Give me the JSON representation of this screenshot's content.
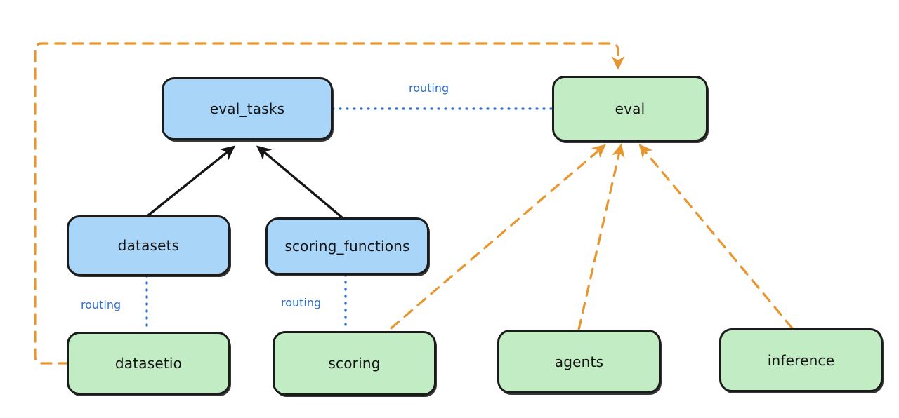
{
  "diagram": {
    "type": "flowchart",
    "background": "#ffffff",
    "palette": {
      "api_node_fill": "#a9d6f8",
      "provider_node_fill": "#c2ecc4",
      "node_stroke": "#1b1b1b",
      "routing_edge": "#2f6fd0",
      "dependency_edge": "#e8962f",
      "build_edge": "#161616",
      "label_text": "#2f6fd0",
      "node_text": "#121212"
    },
    "nodes": [
      {
        "id": "eval_tasks",
        "label": "eval_tasks",
        "kind": "api",
        "color": "#a9d6f8"
      },
      {
        "id": "eval",
        "label": "eval",
        "kind": "provider",
        "color": "#c2ecc4"
      },
      {
        "id": "datasets",
        "label": "datasets",
        "kind": "api",
        "color": "#a9d6f8"
      },
      {
        "id": "scoring_functions",
        "label": "scoring_functions",
        "kind": "api",
        "color": "#a9d6f8"
      },
      {
        "id": "datasetio",
        "label": "datasetio",
        "kind": "provider",
        "color": "#c2ecc4"
      },
      {
        "id": "scoring",
        "label": "scoring",
        "kind": "provider",
        "color": "#c2ecc4"
      },
      {
        "id": "agents",
        "label": "agents",
        "kind": "provider",
        "color": "#c2ecc4"
      },
      {
        "id": "inference",
        "label": "inference",
        "kind": "provider",
        "color": "#c2ecc4"
      }
    ],
    "edge_labels": [
      {
        "id": "routing-eval-tasks",
        "text": "routing"
      },
      {
        "id": "routing-datasets",
        "text": "routing"
      },
      {
        "id": "routing-scoring-functions",
        "text": "routing"
      }
    ],
    "edges": [
      {
        "from": "eval_tasks",
        "to": "eval",
        "style": "dotted",
        "color": "#2f6fd0",
        "label": "routing",
        "arrow": false
      },
      {
        "from": "datasets",
        "to": "datasetio",
        "style": "dotted",
        "color": "#2f6fd0",
        "label": "routing",
        "arrow": false
      },
      {
        "from": "scoring_functions",
        "to": "scoring",
        "style": "dotted",
        "color": "#2f6fd0",
        "label": "routing",
        "arrow": false
      },
      {
        "from": "datasets",
        "to": "eval_tasks",
        "style": "solid",
        "color": "#161616",
        "label": "",
        "arrow": true
      },
      {
        "from": "scoring_functions",
        "to": "eval_tasks",
        "style": "solid",
        "color": "#161616",
        "label": "",
        "arrow": true
      },
      {
        "from": "datasetio",
        "to": "eval",
        "style": "dashed",
        "color": "#e8962f",
        "label": "",
        "arrow": true
      },
      {
        "from": "scoring",
        "to": "eval",
        "style": "dashed",
        "color": "#e8962f",
        "label": "",
        "arrow": true
      },
      {
        "from": "agents",
        "to": "eval",
        "style": "dashed",
        "color": "#e8962f",
        "label": "",
        "arrow": true
      },
      {
        "from": "inference",
        "to": "eval",
        "style": "dashed",
        "color": "#e8962f",
        "label": "",
        "arrow": true
      }
    ]
  }
}
